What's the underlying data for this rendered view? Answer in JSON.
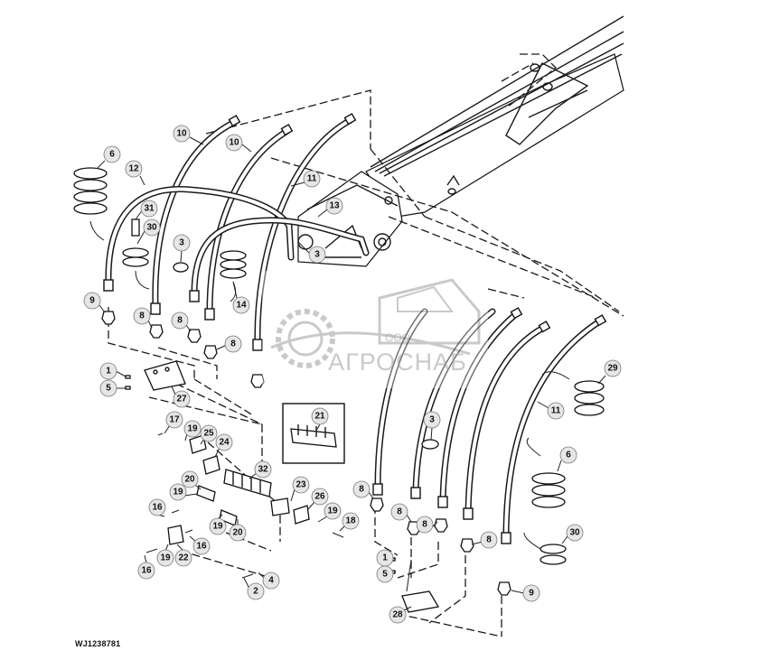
{
  "figure_id": "WJ1238781",
  "watermark": {
    "prefix": "ООО",
    "name": "АГРОСНАБ"
  },
  "callouts": [
    {
      "id": "c10a",
      "label": "10"
    },
    {
      "id": "c10b",
      "label": "10"
    },
    {
      "id": "c6a",
      "label": "6"
    },
    {
      "id": "c12",
      "label": "12"
    },
    {
      "id": "c11a",
      "label": "11"
    },
    {
      "id": "c13",
      "label": "13"
    },
    {
      "id": "c31",
      "label": "31"
    },
    {
      "id": "c30a",
      "label": "30"
    },
    {
      "id": "c3a",
      "label": "3"
    },
    {
      "id": "c3b",
      "label": "3"
    },
    {
      "id": "c14",
      "label": "14"
    },
    {
      "id": "c9a",
      "label": "9"
    },
    {
      "id": "c8a",
      "label": "8"
    },
    {
      "id": "c8b",
      "label": "8"
    },
    {
      "id": "c8c",
      "label": "8"
    },
    {
      "id": "c1a",
      "label": "1"
    },
    {
      "id": "c5a",
      "label": "5"
    },
    {
      "id": "c27",
      "label": "27"
    },
    {
      "id": "c17",
      "label": "17"
    },
    {
      "id": "c19a",
      "label": "19"
    },
    {
      "id": "c25",
      "label": "25"
    },
    {
      "id": "c24",
      "label": "24"
    },
    {
      "id": "c20a",
      "label": "20"
    },
    {
      "id": "c32",
      "label": "32"
    },
    {
      "id": "c19b",
      "label": "19"
    },
    {
      "id": "c16a",
      "label": "16"
    },
    {
      "id": "c19c",
      "label": "19"
    },
    {
      "id": "c16b",
      "label": "16"
    },
    {
      "id": "c20b",
      "label": "20"
    },
    {
      "id": "c16c",
      "label": "16"
    },
    {
      "id": "c19d",
      "label": "19"
    },
    {
      "id": "c22",
      "label": "22"
    },
    {
      "id": "c23",
      "label": "23"
    },
    {
      "id": "c26",
      "label": "26"
    },
    {
      "id": "c19e",
      "label": "19"
    },
    {
      "id": "c18",
      "label": "18"
    },
    {
      "id": "c4",
      "label": "4"
    },
    {
      "id": "c2",
      "label": "2"
    },
    {
      "id": "c21",
      "label": "21"
    },
    {
      "id": "c29",
      "label": "29"
    },
    {
      "id": "c11b",
      "label": "11"
    },
    {
      "id": "c6b",
      "label": "6"
    },
    {
      "id": "c3c",
      "label": "3"
    },
    {
      "id": "c30b",
      "label": "30"
    },
    {
      "id": "c8d",
      "label": "8"
    },
    {
      "id": "c8e",
      "label": "8"
    },
    {
      "id": "c8f",
      "label": "8"
    },
    {
      "id": "c8g",
      "label": "8"
    },
    {
      "id": "c9b",
      "label": "9"
    },
    {
      "id": "c1b",
      "label": "1"
    },
    {
      "id": "c5b",
      "label": "5"
    },
    {
      "id": "c28",
      "label": "28"
    }
  ]
}
